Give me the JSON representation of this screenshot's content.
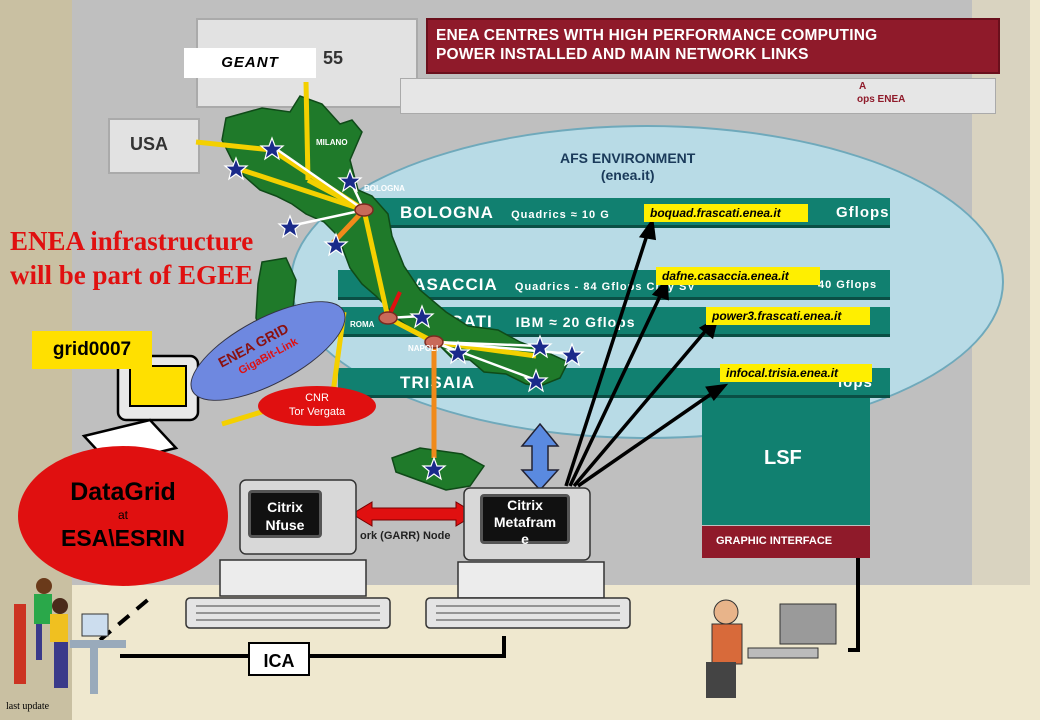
{
  "title_banner": {
    "line1": "ENEA CENTRES WITH HIGH PERFORMANCE COMPUTING",
    "line2": "POWER INSTALLED AND MAIN NETWORK LINKS",
    "sub_right": "ops ENEA",
    "sub_a": "A"
  },
  "panel_label": "55",
  "geant": "GEANT",
  "usa": "USA",
  "afs": {
    "line1": "AFS ENVIRONMENT",
    "line2": "(enea.it)"
  },
  "cities": {
    "milano": "MILANO",
    "bologna": "BOLOGNA",
    "roma": "ROMA",
    "napoli": "NAPOLI"
  },
  "centres": [
    {
      "name": "BOLOGNA",
      "detail": "Quadrics ≈ 10 G",
      "right": "Gflops"
    },
    {
      "name": "CASACCIA",
      "detail": "Quadrics - 84 Gflops  Cray SV",
      "right": "40 Gflops"
    },
    {
      "name": "FRASCATI",
      "detail": "IBM ≈ 20 Gflops",
      "right": ""
    },
    {
      "name": "TRISAIA",
      "detail": "",
      "right": "lops"
    }
  ],
  "hosts": [
    "boquad.frascati.enea.it",
    "dafne.casaccia.enea.it",
    "power3.frascati.enea.it",
    "infocal.trisia.enea.it"
  ],
  "headline": {
    "line1": "ENEA infrastructure",
    "line2": "will be part of EGEE"
  },
  "grid_label": "grid0007",
  "enea_grid": {
    "line1": "ENEA GRID",
    "line2": "GigaBit-Link"
  },
  "cnr": {
    "line1": "CNR",
    "line2": "Tor Vergata"
  },
  "datagrid": {
    "line1": "DataGrid",
    "line2": "at",
    "line3": "ESA\\ESRIN"
  },
  "lsf": "LSF",
  "graphic_interface": "GRAPHIC INTERFACE",
  "garr": "ork (GARR) Node",
  "citrix_nfuse": {
    "line1": "Citrix",
    "line2": "Nfuse"
  },
  "citrix_meta": {
    "line1": "Citrix",
    "line2": "Metafram",
    "line3": "e"
  },
  "ica": "ICA",
  "last_update": "last update",
  "colors": {
    "accent_red": "#e01010",
    "teal": "#118070",
    "yellow": "#ffef00",
    "ellipse": "#b8dbe6"
  }
}
